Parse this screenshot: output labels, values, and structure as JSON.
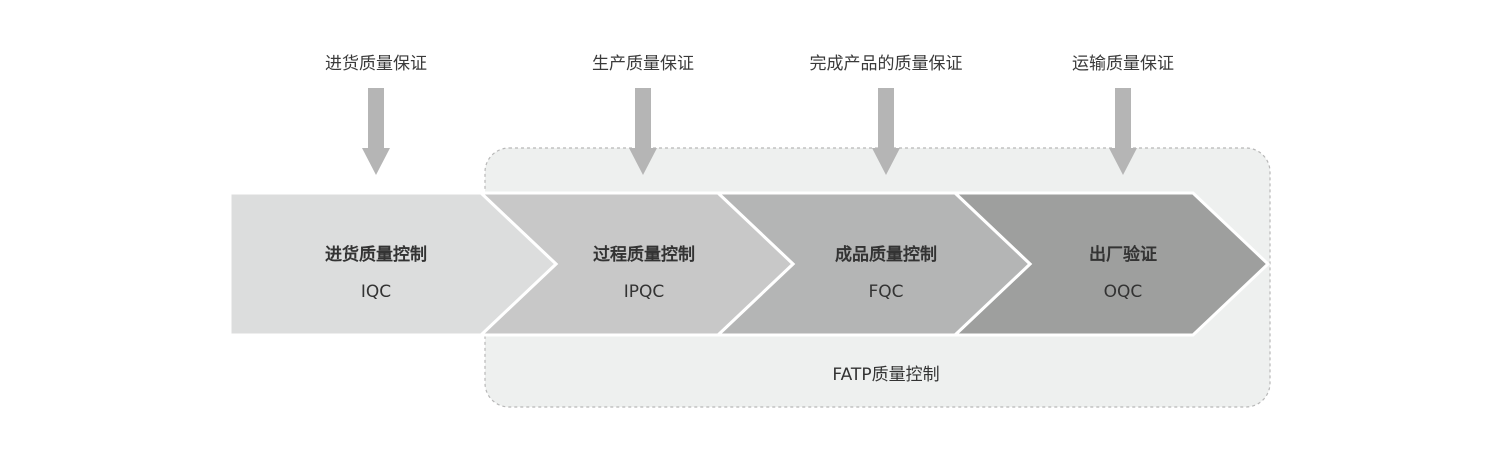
{
  "top_labels": [
    "进货质量保证",
    "生产质量保证",
    "完成产品的质量保证",
    "运输质量保证"
  ],
  "stages": [
    {
      "title": "进货质量控制",
      "code": "IQC",
      "color": "#dcdddd"
    },
    {
      "title": "过程质量控制",
      "code": "IPQC",
      "color": "#c8c8c8"
    },
    {
      "title": "成品质量控制",
      "code": "FQC",
      "color": "#b4b5b5"
    },
    {
      "title": "出厂验证",
      "code": "OQC",
      "color": "#9e9f9e"
    }
  ],
  "group": {
    "label": "FATP质量控制",
    "fill": "#eef0ef",
    "border": "#b8b8b8"
  },
  "arrow_color": "#b5b5b5"
}
